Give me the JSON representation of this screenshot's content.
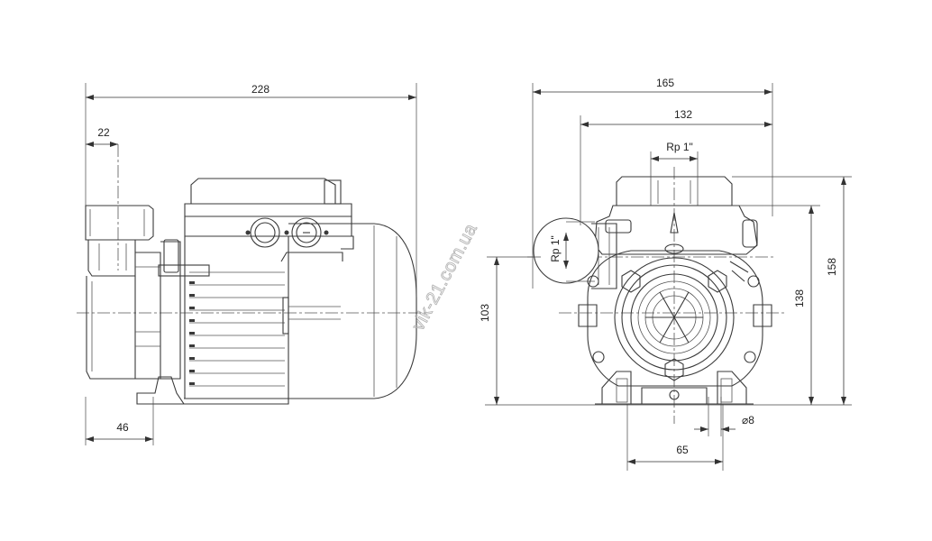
{
  "side_view": {
    "dim_overall_length": "228",
    "dim_port_offset": "22",
    "dim_foot_length": "46"
  },
  "front_view": {
    "dim_overall_width": "165",
    "dim_body_width": "132",
    "dim_outlet_thread": "Rp 1\"",
    "dim_inlet_thread": "Rp 1\"",
    "dim_axis_height": "103",
    "dim_outlet_height": "138",
    "dim_overall_height": "158",
    "dim_hole_diameter": "⌀8",
    "dim_foot_spacing": "65"
  },
  "watermark": "vik-21.com.ua"
}
